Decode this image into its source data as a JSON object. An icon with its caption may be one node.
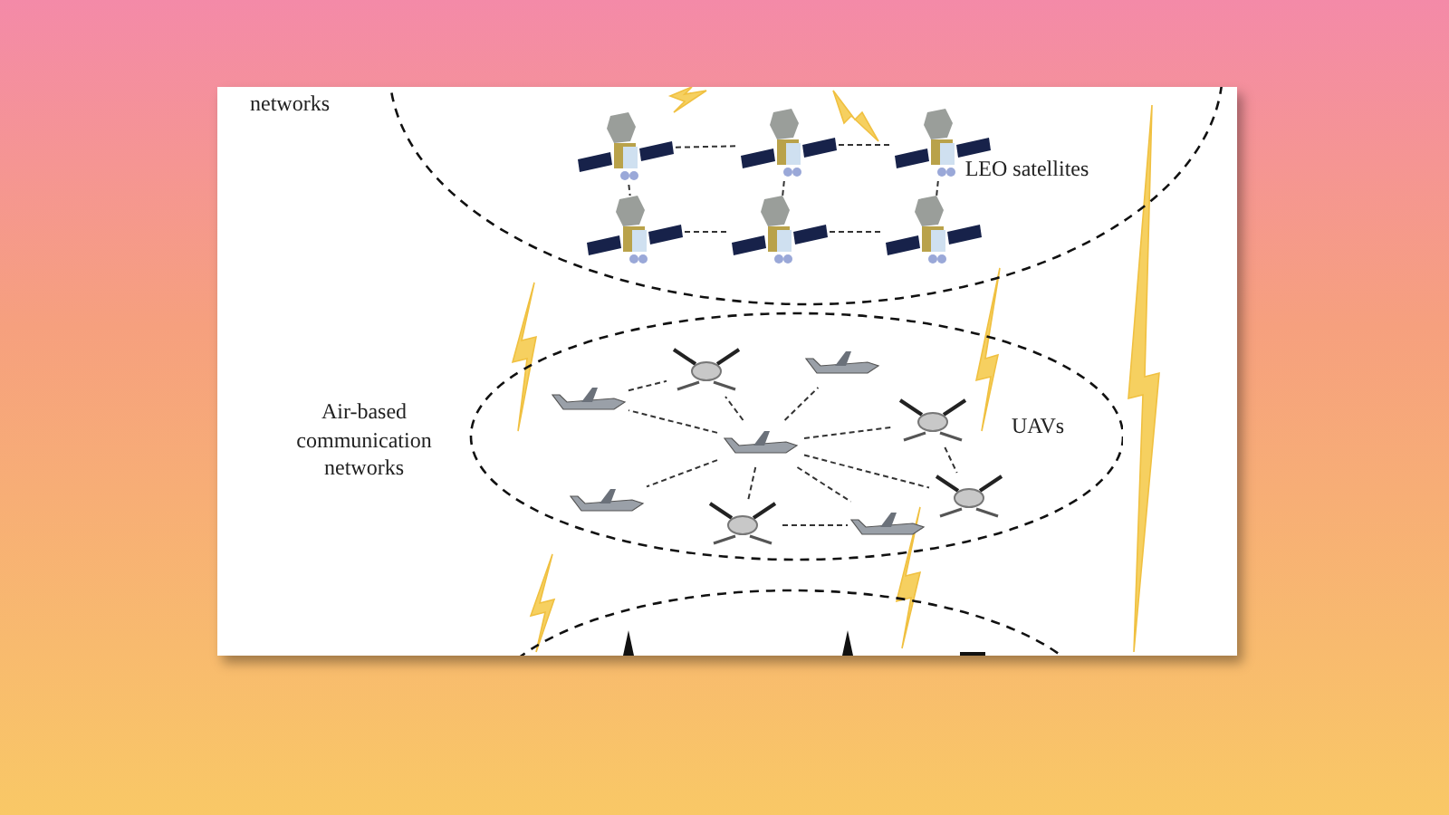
{
  "diagram": {
    "nodes": [
      {
        "text": [
          "LEO satellites"
        ]
      },
      {
        "text": [],
        "shape": "picture",
        "in": 0
      },
      {
        "text": [],
        "shape": "picture",
        "in": 0
      },
      {
        "text": [],
        "shape": "picture",
        "in": 0
      },
      {
        "text": [],
        "shape": "picture",
        "in": 0
      },
      {
        "text": [],
        "shape": "picture",
        "in": 0
      },
      {
        "text": [],
        "shape": "picture",
        "in": 0
      },
      {
        "text": [
          "Air-based communication networks",
          "UAVs"
        ]
      },
      {
        "text": [],
        "shape": "picture",
        "in": 7
      },
      {
        "text": [],
        "shape": "picture",
        "in": 7
      },
      {
        "text": [],
        "shape": "picture",
        "in": 7
      },
      {
        "text": [],
        "shape": "picture",
        "in": 7
      },
      {
        "text": [],
        "shape": "picture",
        "in": 7
      },
      {
        "text": [],
        "shape": "picture",
        "in": 7
      },
      {
        "text": [],
        "shape": "picture",
        "in": 7
      },
      {
        "text": [],
        "shape": "picture",
        "in": 7
      },
      {
        "text": [],
        "shape": "picture",
        "in": 7
      },
      {
        "text": [],
        "shape": "ellipse"
      }
    ],
    "edges": [
      {
        "from": 1,
        "to": 2,
        "arrow": "none",
        "style": "dashed"
      },
      {
        "from": 2,
        "to": 3,
        "arrow": "none",
        "style": "dashed"
      },
      {
        "from": 4,
        "to": 5,
        "arrow": "none",
        "style": "dashed"
      },
      {
        "from": 5,
        "to": 6,
        "arrow": "none",
        "style": "dashed"
      },
      {
        "from": 1,
        "to": 4,
        "arrow": "none",
        "style": "dashed"
      },
      {
        "from": 2,
        "to": 5,
        "arrow": "none",
        "style": "dashed"
      },
      {
        "from": 3,
        "to": 6,
        "arrow": "none",
        "style": "dashed"
      },
      {
        "from": 11,
        "to": 10,
        "arrow": "none",
        "style": "dashed"
      },
      {
        "from": 11,
        "to": 8,
        "arrow": "none",
        "style": "dashed"
      },
      {
        "from": 11,
        "to": 9,
        "arrow": "none",
        "style": "dashed"
      },
      {
        "from": 11,
        "to": 12,
        "arrow": "none",
        "style": "dashed"
      },
      {
        "from": 11,
        "to": 13,
        "arrow": "none",
        "style": "dashed"
      },
      {
        "from": 11,
        "to": 14,
        "arrow": "none",
        "style": "dashed"
      },
      {
        "from": 11,
        "to": 15,
        "arrow": "none",
        "style": "dashed"
      },
      {
        "from": 11,
        "to": 16,
        "arrow": "none",
        "style": "dashed"
      },
      {
        "from": 10,
        "to": 8,
        "arrow": "none",
        "style": "dashed"
      },
      {
        "from": 12,
        "to": 14,
        "arrow": "none",
        "style": "dashed"
      },
      {
        "from": 15,
        "to": 16,
        "arrow": "none",
        "style": "dashed"
      }
    ],
    "labels": [
      "networks"
    ]
  }
}
